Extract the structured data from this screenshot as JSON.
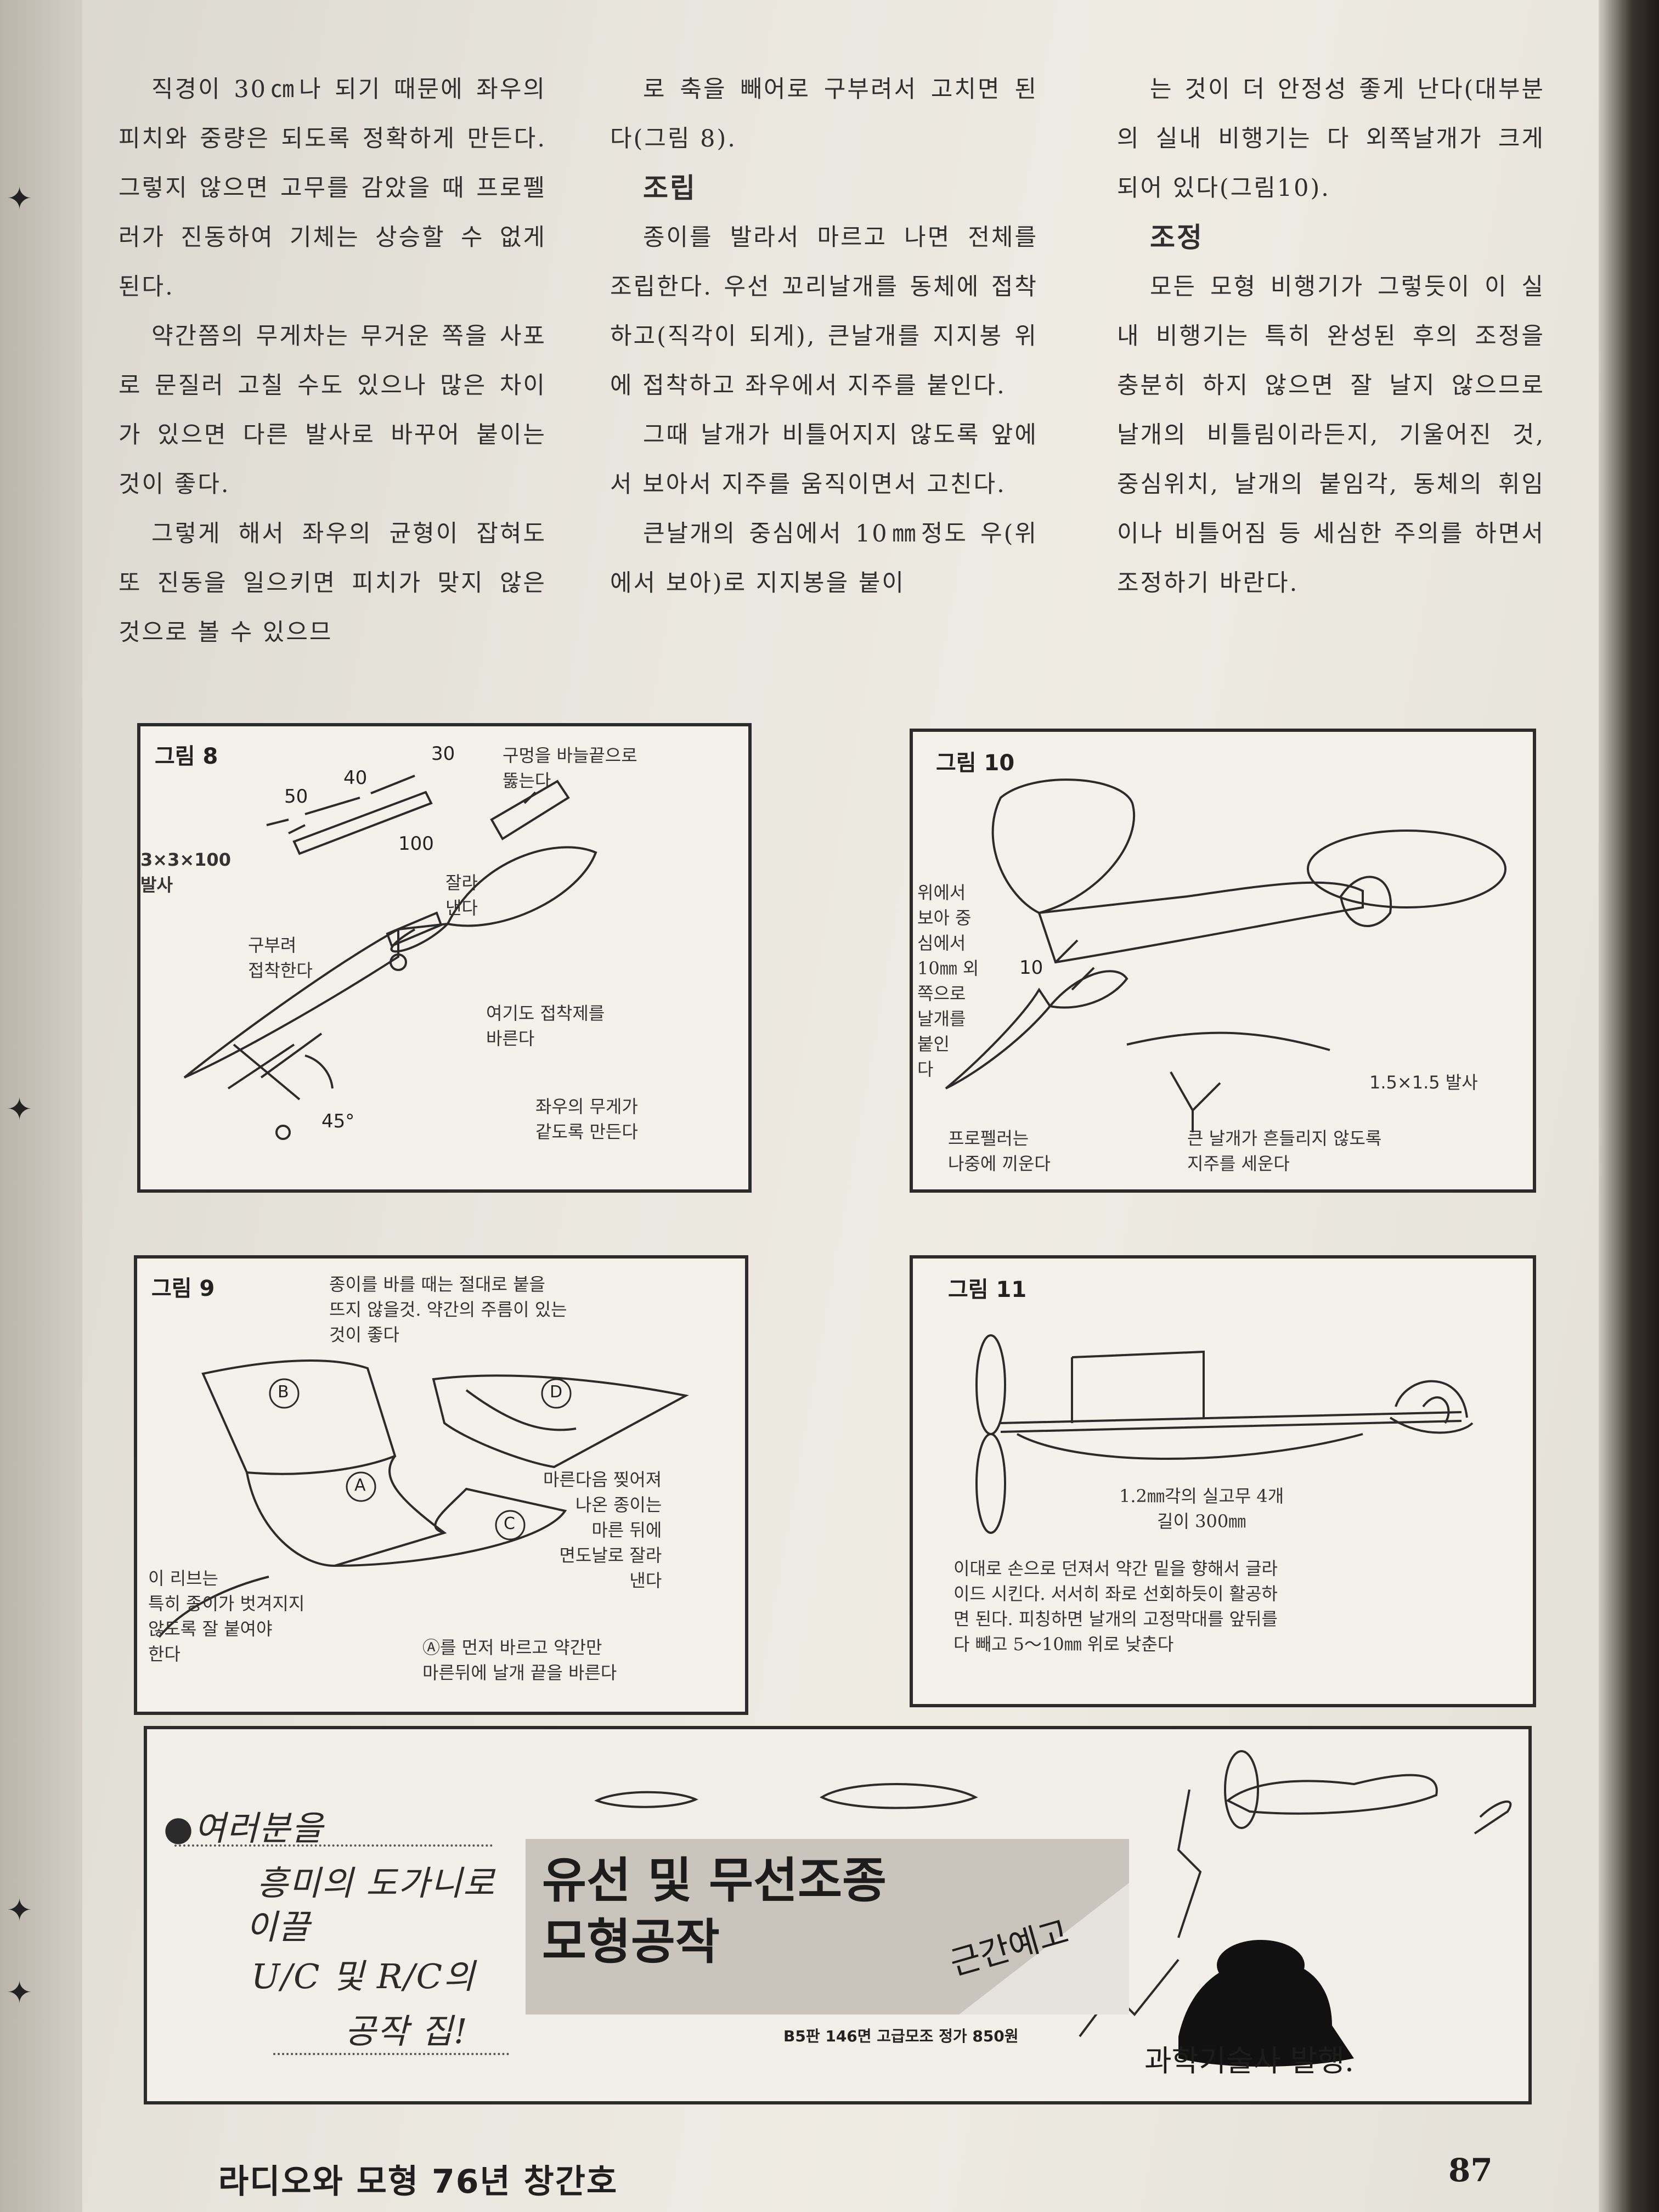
{
  "columns": {
    "left": [
      {
        "type": "p",
        "text": "직경이 30㎝나 되기 때문에 좌우의 피치와 중량은 되도록 정확하게 만든다. 그렇지 않으면 고무를 감았을 때 프로펠러가 진동하여 기체는 상승할 수 없게 된다."
      },
      {
        "type": "p",
        "text": "약간쯤의 무게차는 무거운 쪽을 사포로 문질러 고칠 수도 있으나 많은 차이가 있으면 다른 발사로 바꾸어 붙이는 것이 좋다."
      },
      {
        "type": "p",
        "text": "그렇게 해서 좌우의 균형이 잡혀도 또 진동을 일으키면 피치가 맞지 않은 것으로 볼 수 있으므"
      }
    ],
    "middle": [
      {
        "type": "p",
        "text": "로 축을 빼어로 구부려서 고치면 된다(그림 8)."
      },
      {
        "type": "h",
        "text": "조립"
      },
      {
        "type": "p",
        "text": "종이를 발라서 마르고 나면 전체를 조립한다. 우선 꼬리날개를 동체에 접착하고(직각이 되게), 큰날개를 지지봉 위에 접착하고 좌우에서 지주를 붙인다."
      },
      {
        "type": "p",
        "text": "그때 날개가 비틀어지지 않도록 앞에서 보아서 지주를 움직이면서 고친다."
      },
      {
        "type": "p",
        "text": "큰날개의 중심에서 10㎜정도 우(위에서 보아)로 지지봉을 붙이"
      }
    ],
    "right": [
      {
        "type": "p",
        "text": "는 것이 더 안정성 좋게 난다(대부분의 실내 비행기는 다 외쪽날개가 크게 되어 있다(그림10)."
      },
      {
        "type": "h",
        "text": "조정"
      },
      {
        "type": "p",
        "text": "모든 모형 비행기가 그렇듯이 이 실내 비행기는 특히 완성된 후의 조정을 충분히 하지 않으면 잘 날지 않으므로 날개의 비틀림이라든지, 기울어진 것, 중심위치, 날개의 붙임각, 동체의 휘임이나 비틀어짐 등 세심한 주의를 하면서 조정하기 바란다."
      }
    ]
  },
  "fig8": {
    "title": "그림 8",
    "dims": {
      "d50": "50",
      "d40": "40",
      "d30": "30",
      "d100": "100",
      "angle": "45°"
    },
    "labels": {
      "hole": "구멍을 바늘끝으로\n뚫는다",
      "stock": "3×3×100\n발사",
      "cut": "잘라\n낸다",
      "bend": "구부려\n접착한다",
      "glue": "여기도 접착제를\n바른다",
      "balance": "좌우의 무게가\n같도록 만든다"
    }
  },
  "fig10": {
    "title": "그림 10",
    "dim": "10",
    "labels": {
      "offset": "위에서\n보아 중\n심에서\n10㎜ 외\n쪽으로\n날개를\n붙인\n다",
      "balsa": "1.5×1.5 발사",
      "prop": "프로펠러는\n나중에 끼운다",
      "strut": "큰 날개가 흔들리지 않도록\n지주를 세운다"
    }
  },
  "fig9": {
    "title": "그림 9",
    "markers": {
      "a": "A",
      "b": "B",
      "c": "C",
      "d": "D"
    },
    "labels": {
      "top": "종이를 바를 때는 절대로 붙을\n뜨지 않을것. 약간의 주름이 있는\n것이 좋다",
      "cut": "마른다음 찢어져\n나온 종이는\n마른 뒤에\n면도날로 잘라\n낸다",
      "rib": "이 리브는\n특히 종이가 벗겨지지\n않도록 잘 붙여야\n한다",
      "order": "Ⓐ를 먼저 바르고 약간만\n마른뒤에 날개 끝을 바른다"
    }
  },
  "fig11": {
    "title": "그림 11",
    "labels": {
      "rubber": "1.2㎜각의 실고무 4개\n길이 300㎜",
      "instr": "이대로 손으로 던져서 약간 밑을 향해서 글라\n이드 시킨다. 서서히 좌로 선회하듯이 활공하\n면 된다. 피칭하면 날개의 고정막대를 앞뒤를\n다 빼고 5～10㎜ 위로 낮춘다"
    }
  },
  "ad": {
    "handwritten": [
      "●여러분을",
      "흥미의 도가니로",
      "이끌",
      "U/C 및 R/C의",
      "공작 집!"
    ],
    "title_line1": "유선 및 무선조종",
    "title_line2": "모형공작",
    "badge": "근간예고",
    "spec": "B5판 146면 고급모조 정가 850원",
    "publisher": "과학기술사 발행."
  },
  "footer": {
    "title": "라디오와 모형 76년 창간호",
    "page": "87"
  }
}
